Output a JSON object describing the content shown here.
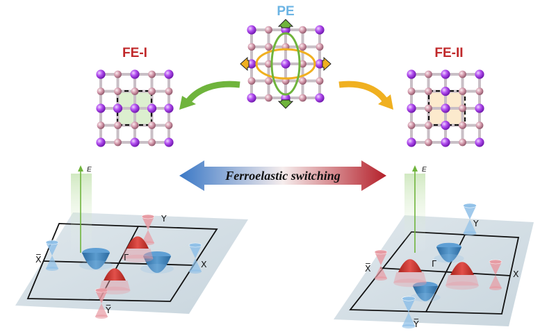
{
  "phases": {
    "pe": {
      "label": "PE",
      "color": "#6cb4e4"
    },
    "fe1": {
      "label": "FE-I",
      "color": "#c0282a"
    },
    "fe2": {
      "label": "FE-II",
      "color": "#c0282a"
    }
  },
  "banner": {
    "label": "Ferroelastic switching"
  },
  "energy_axis": {
    "left_label": "E",
    "right_label": "E"
  },
  "kpoints_left": {
    "gamma": "Γ",
    "x": "X",
    "y": "Y",
    "xbar": "X̅",
    "ybar": "Y̅"
  },
  "kpoints_right": {
    "gamma": "Γ",
    "x": "X",
    "y": "Y",
    "xbar": "X̅",
    "ybar": "Y̅"
  },
  "colors": {
    "atom_large": "#a43de6",
    "atom_small": "#c7879c",
    "green": "#6fb43c",
    "orange": "#f0b020",
    "cone_blue": "#8fc0e8",
    "cone_red": "#e89aa2",
    "pocket_blue": "#3d7fb4",
    "pocket_red": "#c43028"
  }
}
